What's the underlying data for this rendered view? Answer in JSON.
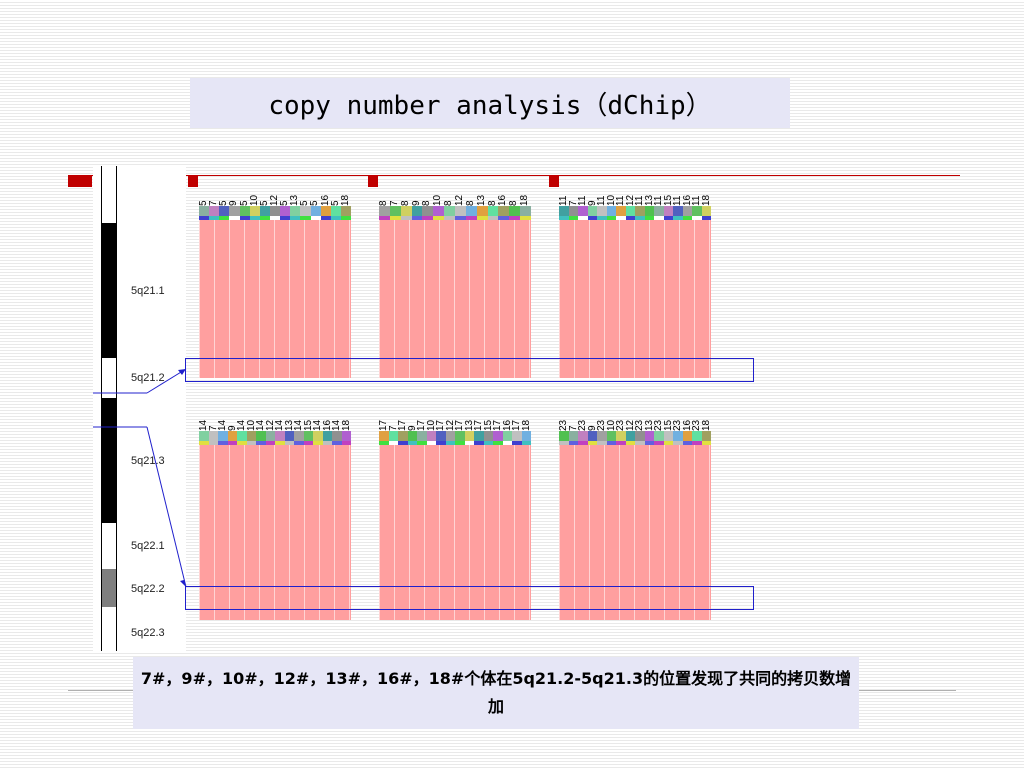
{
  "title": "copy number analysis（dChip）",
  "caption": "7#，9#，10#，12#，13#，16#，18#个体在5q21.2-5q21.3的位置发现了共同的拷贝数增加",
  "bands": [
    "5q21.1",
    "5q21.2",
    "5q21.3",
    "5q22.1",
    "5q22.2",
    "5q22.3"
  ],
  "panels": [
    {
      "labels": [
        "5",
        "7",
        "5",
        "9",
        "5",
        "10",
        "5",
        "12",
        "5",
        "13",
        "5",
        "5",
        "16",
        "5",
        "18"
      ]
    },
    {
      "labels": [
        "8",
        "7",
        "8",
        "9",
        "8",
        "10",
        "8",
        "12",
        "8",
        "13",
        "8",
        "16",
        "8",
        "18"
      ]
    },
    {
      "labels": [
        "11",
        "7",
        "11",
        "9",
        "11",
        "10",
        "11",
        "12",
        "11",
        "13",
        "11",
        "15",
        "11",
        "16",
        "11",
        "18"
      ]
    },
    {
      "labels": [
        "14",
        "7",
        "14",
        "9",
        "14",
        "10",
        "14",
        "12",
        "14",
        "13",
        "14",
        "15",
        "14",
        "16",
        "14",
        "18"
      ]
    },
    {
      "labels": [
        "17",
        "7",
        "17",
        "9",
        "17",
        "10",
        "17",
        "12",
        "17",
        "13",
        "17",
        "15",
        "17",
        "16",
        "17",
        "18"
      ]
    },
    {
      "labels": [
        "23",
        "7",
        "23",
        "9",
        "23",
        "10",
        "23",
        "12",
        "23",
        "13",
        "23",
        "15",
        "23",
        "16",
        "23",
        "18"
      ]
    }
  ],
  "colors": {
    "heat": "#ff9f9f",
    "highlight": "#2020cc",
    "accent_red": "#c00000",
    "box_bg": "#e6e6f6"
  }
}
